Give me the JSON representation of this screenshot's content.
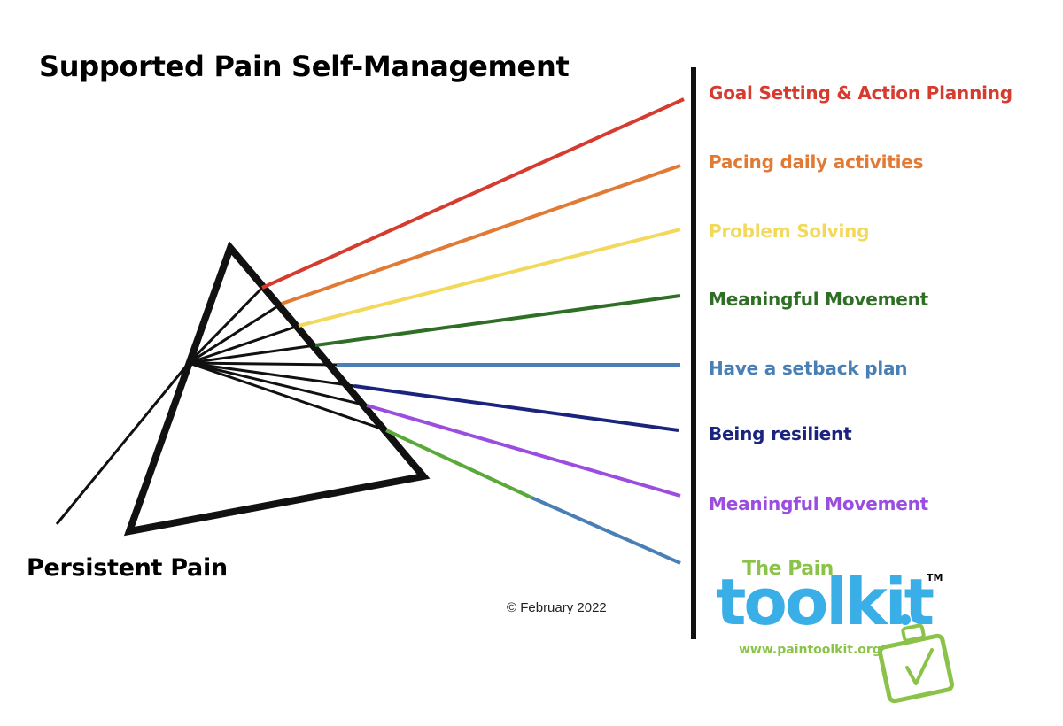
{
  "title": "Supported Pain Self-Management",
  "source_label": "Persistent Pain",
  "copyright": "© February 2022",
  "rays": [
    {
      "label": "Goal Setting & Action Planning",
      "color": "#d63b2f"
    },
    {
      "label": "Pacing daily activities",
      "color": "#e07a34"
    },
    {
      "label": "Problem Solving",
      "color": "#f2d95c"
    },
    {
      "label": "Meaningful Movement",
      "color": "#2e6e25"
    },
    {
      "label": "Have a setback plan",
      "color": "#4a7fb5"
    },
    {
      "label": "Being resilient",
      "color": "#1a237e"
    },
    {
      "label": "Meaningful Movement",
      "color": "#9b4de0"
    },
    {
      "label": "",
      "color": "#4a7fb5"
    }
  ],
  "logo": {
    "top_text": "The Pain",
    "main_text": "toolkit",
    "tm": "TM",
    "url": "www.paintoolkit.org",
    "blue": "#3aaee6",
    "green": "#8bc34a"
  }
}
